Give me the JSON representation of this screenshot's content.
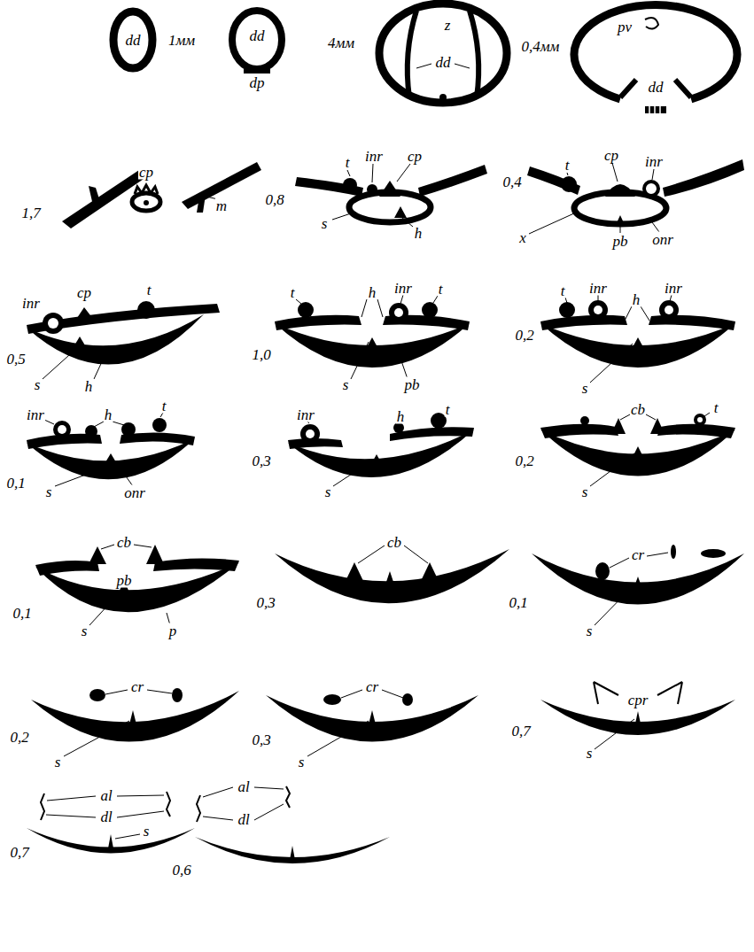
{
  "diagram": {
    "labels": [
      "dd",
      "1мм",
      "dd",
      "dp",
      "4мм",
      "z",
      "dd",
      "pv",
      "0,4мм",
      "dd",
      "1,7",
      "cp",
      "m",
      "0,8",
      "t",
      "inr",
      "cp",
      "s",
      "h",
      "0,4",
      "t",
      "cp",
      "inr",
      "x",
      "pb",
      "onr",
      "0,5",
      "inr",
      "cp",
      "t",
      "s",
      "h",
      "1,0",
      "t",
      "h",
      "inr",
      "t",
      "s",
      "pb",
      "0,2",
      "t",
      "inr",
      "inr",
      "h",
      "s",
      "0,1",
      "inr",
      "h",
      "t",
      "s",
      "onr",
      "0,3",
      "inr",
      "h",
      "t",
      "s",
      "0,2",
      "cb",
      "t",
      "s",
      "0,1",
      "cb",
      "pb",
      "s",
      "p",
      "0,3",
      "cb",
      "0,1",
      "cr",
      "s",
      "0,2",
      "cr",
      "s",
      "0,3",
      "cr",
      "s",
      "0,7",
      "cpr",
      "s",
      "0,7",
      "al",
      "dl",
      "s",
      "0,6",
      "al",
      "dl"
    ]
  }
}
